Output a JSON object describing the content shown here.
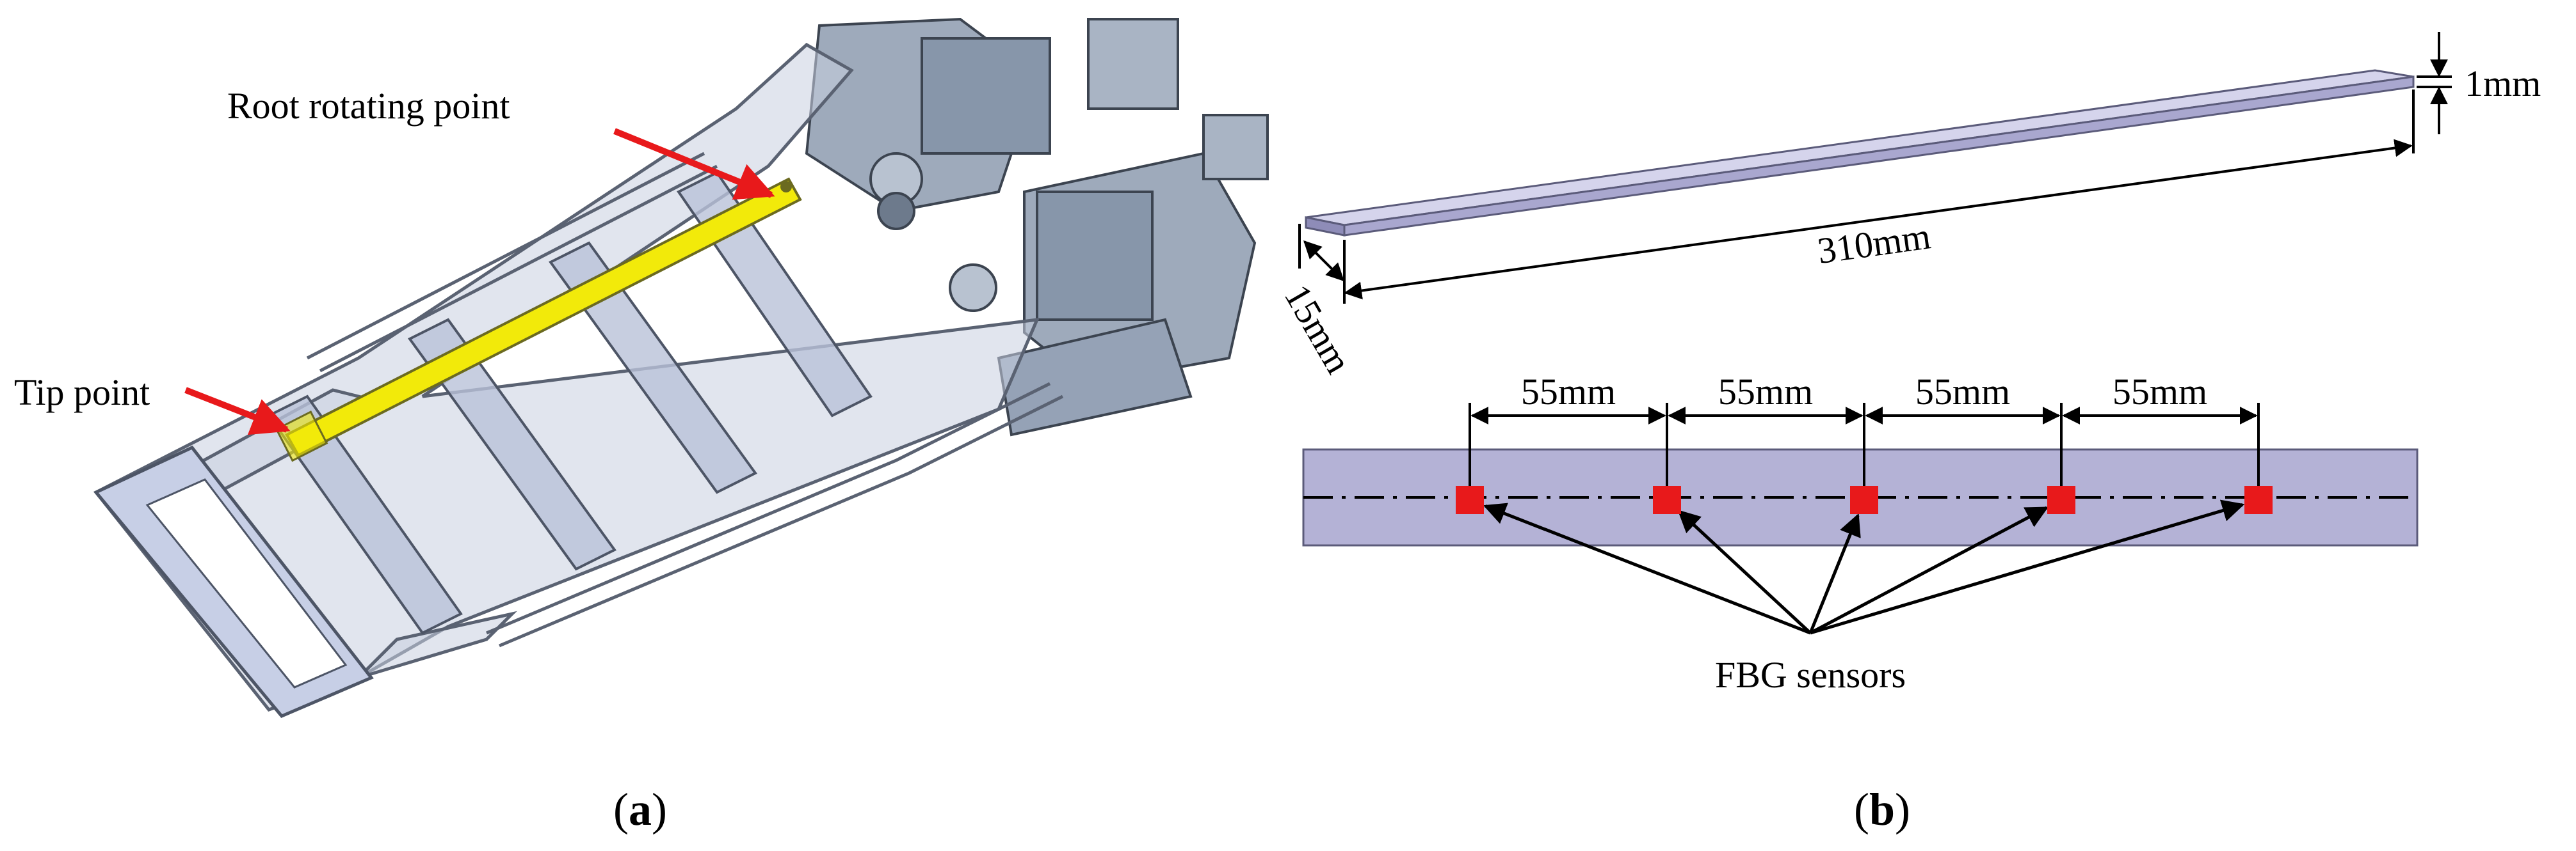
{
  "panel_a": {
    "caption_letter": "a",
    "root_label": "Root rotating point",
    "tip_label": "Tip point"
  },
  "panel_b": {
    "caption_letter": "b",
    "thickness_label": "1mm",
    "length_label": "310mm",
    "width_label": "15mm",
    "spacing_labels": [
      "55mm",
      "55mm",
      "55mm",
      "55mm"
    ],
    "sensor_count": 5,
    "sensors_label": "FBG sensors"
  },
  "colors": {
    "pointer_arrow": "#e8191b",
    "beam_highlight": "#f2ea0a",
    "strip_fill": "#b4b2d6",
    "sensor": "#e8191b",
    "dimension": "#000000"
  }
}
